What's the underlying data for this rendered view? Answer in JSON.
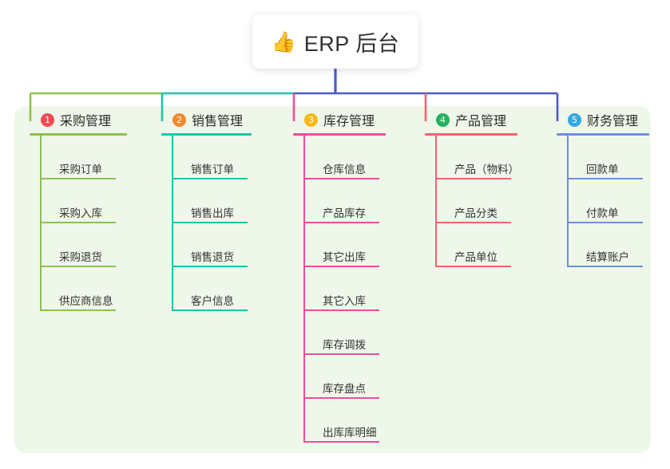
{
  "root": {
    "icon": "thumbs-up-icon",
    "emoji": "👍",
    "label": "ERP 后台"
  },
  "palette": {
    "panel_background": "#eef7ea",
    "page_background": "#ffffff",
    "root_connector": "#4a5bc4",
    "text": "#333333"
  },
  "branches": [
    {
      "number": "1",
      "badge_color": "#ef4a56",
      "line_color": "#8cc152",
      "title": "采购管理",
      "rule_width": 122,
      "items": [
        {
          "label": "采购订单"
        },
        {
          "label": "采购入库"
        },
        {
          "label": "采购退货"
        },
        {
          "label": "供应商信息"
        }
      ]
    },
    {
      "number": "2",
      "badge_color": "#f0892c",
      "line_color": "#1bc6ab",
      "title": "销售管理",
      "rule_width": 113,
      "items": [
        {
          "label": "销售订单"
        },
        {
          "label": "销售出库"
        },
        {
          "label": "销售退货"
        },
        {
          "label": "客户信息"
        }
      ]
    },
    {
      "number": "3",
      "badge_color": "#f5b919",
      "line_color": "#ee4d9b",
      "title": "库存管理",
      "rule_width": 116,
      "items": [
        {
          "label": "仓库信息"
        },
        {
          "label": "产品库存"
        },
        {
          "label": "其它出库"
        },
        {
          "label": "其它入库"
        },
        {
          "label": "库存调拨"
        },
        {
          "label": "库存盘点"
        },
        {
          "label": "出库库明细"
        }
      ]
    },
    {
      "number": "4",
      "badge_color": "#21b35b",
      "line_color": "#f4626e",
      "title": "产品管理",
      "rule_width": 116,
      "items": [
        {
          "label": "产品（物料）"
        },
        {
          "label": "产品分类"
        },
        {
          "label": "产品单位"
        }
      ]
    },
    {
      "number": "5",
      "badge_color": "#35a7e0",
      "line_color": "#6f8fd8",
      "title": "财务管理",
      "rule_width": 116,
      "items": [
        {
          "label": "回款单"
        },
        {
          "label": "付款单"
        },
        {
          "label": "结算账户"
        }
      ]
    }
  ],
  "connectors": {
    "trunk_color": "#4a5bc4",
    "bus_segments": [
      {
        "from": "branch-1",
        "to": "branch-2",
        "color": "#8cc152"
      },
      {
        "from": "branch-2",
        "to": "branch-3",
        "color": "#1bc6ab"
      },
      {
        "from": "branch-3",
        "to": "branch-5",
        "color": "#4a5bc4"
      }
    ],
    "drop_colors": [
      "#8cc152",
      "#1bc6ab",
      "#ee4d9b",
      "#f4626e",
      "#4a5bc4"
    ]
  }
}
